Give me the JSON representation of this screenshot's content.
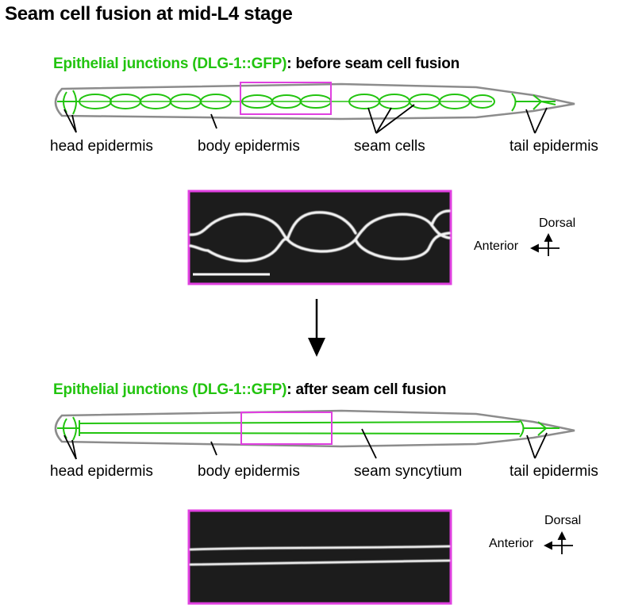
{
  "title": "Seam cell fusion at mid-L4 stage",
  "panel_before": {
    "subtitle_green": "Epithelial junctions (DLG-1::GFP)",
    "subtitle_rest": ": before seam cell fusion",
    "labels": {
      "head": "head epidermis",
      "body": "body epidermis",
      "seam": "seam cells",
      "tail": "tail epidermis"
    },
    "axis": {
      "dorsal": "Dorsal",
      "anterior": "Anterior"
    }
  },
  "panel_after": {
    "subtitle_green": "Epithelial junctions (DLG-1::GFP)",
    "subtitle_rest": ": after seam cell fusion",
    "labels": {
      "head": "head epidermis",
      "body": "body epidermis",
      "seam": "seam syncytium",
      "tail": "tail epidermis"
    },
    "axis": {
      "dorsal": "Dorsal",
      "anterior": "Anterior"
    }
  },
  "colors": {
    "gfp_green": "#22c40f",
    "outline_gray": "#8c8c8c",
    "inset_magenta": "#e040e0",
    "micrograph_bg": "#1c1c1c"
  }
}
